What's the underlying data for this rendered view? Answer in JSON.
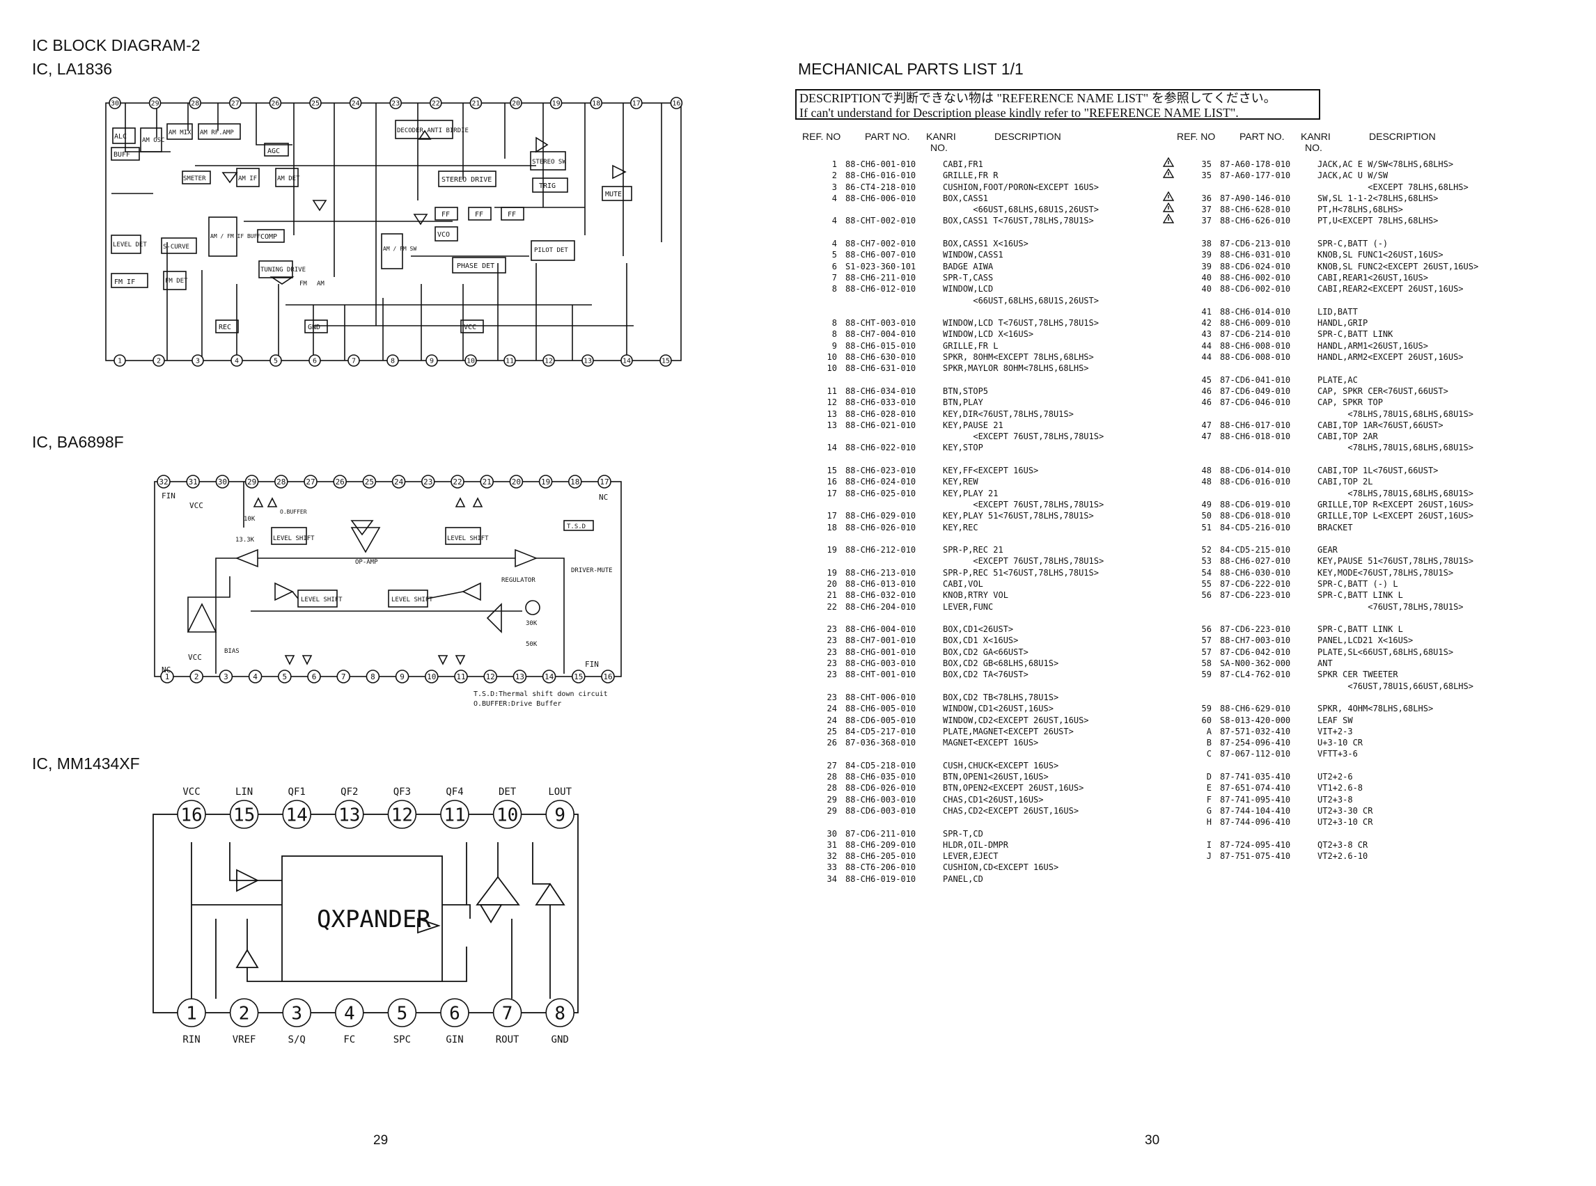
{
  "left_page": {
    "title1": "IC BLOCK DIAGRAM-2",
    "title2": "IC, LA1836",
    "title3": "IC, BA6898F",
    "title4": "IC, MM1434XF",
    "page_number": "29",
    "la1836": {
      "top_pins": [
        "30",
        "29",
        "28",
        "27",
        "26",
        "25",
        "24",
        "23",
        "22",
        "21",
        "20",
        "19",
        "18",
        "17",
        "16"
      ],
      "bottom_pins": [
        "1",
        "2",
        "3",
        "4",
        "5",
        "6",
        "7",
        "8",
        "9",
        "10",
        "11",
        "12",
        "13",
        "14",
        "15"
      ],
      "blocks": {
        "alc": "ALC",
        "am_osc": "AM OSC",
        "am_mix": "AM MIX",
        "am_rf_amp": "AM RF.AMP",
        "buff": "BUFF",
        "agc": "AGC",
        "smeter": "SMETER",
        "am_if": "AM IF",
        "am_det": "AM DET",
        "decoder": "DECODER ANTI BIRDIE",
        "stereo_sw": "STEREO SW",
        "stereo_drive": "STEREO DRIVE",
        "trig": "TRIG",
        "mute": "MUTE",
        "level_det": "LEVEL DET",
        "s_curve": "S-CURVE",
        "am_fm_if_buff": "AM / FM IF BUFF",
        "comp": "COMP",
        "tuning_drive": "TUNING DRIVE",
        "fm": "FM",
        "am": "AM",
        "fm_if": "FM IF",
        "fm_det": "FM DET",
        "am_fm_sw": "AM / FM SW",
        "vco": "VCO",
        "ff": "FF",
        "pilot_det": "PILOT DET",
        "phase_det": "PHASE DET",
        "rec": "REC",
        "gnd": "GND",
        "vcc": "VCC"
      }
    },
    "ba6898f": {
      "top_pins": [
        "32",
        "31",
        "30",
        "29",
        "28",
        "27",
        "26",
        "25",
        "24",
        "23",
        "22",
        "21",
        "20",
        "19",
        "18",
        "17"
      ],
      "bottom_pins": [
        "1",
        "2",
        "3",
        "4",
        "5",
        "6",
        "7",
        "8",
        "9",
        "10",
        "11",
        "12",
        "13",
        "14",
        "15",
        "16"
      ],
      "labels": {
        "fin_top": "FIN",
        "vcc_top": "VCC",
        "nc_top": "NC",
        "r10k": "10K",
        "obuffer": "O.BUFFER",
        "r133k": "13.3K",
        "level_shift": "LEVEL SHIFT",
        "op_amp": "OP-AMP",
        "tsd": "T.S.D",
        "driver_mute": "DRIVER-MUTE",
        "regulator": "REGULATOR",
        "r30k": "30K",
        "r50k": "50K",
        "bias": "BIAS",
        "vcc_bot": "VCC",
        "nc_bot": "NC",
        "fin_bot": "FIN"
      },
      "note1": "T.S.D:Thermal shift down circuit",
      "note2": "O.BUFFER:Drive Buffer"
    },
    "mm1434xf": {
      "top_pins": [
        "16",
        "15",
        "14",
        "13",
        "12",
        "11",
        "10",
        "9"
      ],
      "top_labels": [
        "VCC",
        "LIN",
        "QF1",
        "QF2",
        "QF3",
        "QF4",
        "DET",
        "LOUT"
      ],
      "bottom_pins": [
        "1",
        "2",
        "3",
        "4",
        "5",
        "6",
        "7",
        "8"
      ],
      "bottom_labels": [
        "RIN",
        "VREF",
        "S/Q",
        "FC",
        "SPC",
        "GIN",
        "ROUT",
        "GND"
      ],
      "center": "QXPANDER"
    }
  },
  "right_page": {
    "title": "MECHANICAL PARTS LIST 1/1",
    "notice_line1": "DESCRIPTIONで判断できない物は \"REFERENCE NAME LIST\" を参照してください。",
    "notice_line2": "If can't understand for Description please kindly refer to \"REFERENCE NAME LIST\".",
    "page_number": "30",
    "headers": {
      "ref": "REF. NO",
      "part": "PART NO.",
      "kanri": "KANRI",
      "kanri_no": "NO.",
      "desc": "DESCRIPTION"
    },
    "col1": [
      [
        "1",
        "88-CH6-001-010",
        "CABI,FR1"
      ],
      [
        "2",
        "88-CH6-016-010",
        "GRILLE,FR R"
      ],
      [
        "3",
        "86-CT4-218-010",
        "CUSHION,FOOT/PORON<EXCEPT 16US>"
      ],
      [
        "4",
        "88-CH6-006-010",
        "BOX,CASS1"
      ],
      [
        "",
        "",
        "      <66UST,68LHS,68U1S,26UST>"
      ],
      [
        "4",
        "88-CHT-002-010",
        "BOX,CASS1 T<76UST,78LHS,78U1S>"
      ],
      null,
      [
        "4",
        "88-CH7-002-010",
        "BOX,CASS1 X<16US>"
      ],
      [
        "5",
        "88-CH6-007-010",
        "WINDOW,CASS1"
      ],
      [
        "6",
        "S1-023-360-101",
        "BADGE AIWA"
      ],
      [
        "7",
        "88-CH6-211-010",
        "SPR-T,CASS"
      ],
      [
        "8",
        "88-CH6-012-010",
        "WINDOW,LCD"
      ],
      [
        "",
        "",
        "      <66UST,68LHS,68U1S,26UST>"
      ],
      null,
      [
        "8",
        "88-CHT-003-010",
        "WINDOW,LCD T<76UST,78LHS,78U1S>"
      ],
      [
        "8",
        "88-CH7-004-010",
        "WINDOW,LCD X<16US>"
      ],
      [
        "9",
        "88-CH6-015-010",
        "GRILLE,FR L"
      ],
      [
        "10",
        "88-CH6-630-010",
        "SPKR, 8OHM<EXCEPT 78LHS,68LHS>"
      ],
      [
        "10",
        "88-CH6-631-010",
        "SPKR,MAYLOR 8OHM<78LHS,68LHS>"
      ],
      null,
      [
        "11",
        "88-CH6-034-010",
        "BTN,STOP5"
      ],
      [
        "12",
        "88-CH6-033-010",
        "BTN,PLAY"
      ],
      [
        "13",
        "88-CH6-028-010",
        "KEY,DIR<76UST,78LHS,78U1S>"
      ],
      [
        "13",
        "88-CH6-021-010",
        "KEY,PAUSE 21"
      ],
      [
        "",
        "",
        "      <EXCEPT 76UST,78LHS,78U1S>"
      ],
      [
        "14",
        "88-CH6-022-010",
        "KEY,STOP"
      ],
      null,
      [
        "15",
        "88-CH6-023-010",
        "KEY,FF<EXCEPT 16US>"
      ],
      [
        "16",
        "88-CH6-024-010",
        "KEY,REW"
      ],
      [
        "17",
        "88-CH6-025-010",
        "KEY,PLAY 21"
      ],
      [
        "",
        "",
        "      <EXCEPT 76UST,78LHS,78U1S>"
      ],
      [
        "17",
        "88-CH6-029-010",
        "KEY,PLAY 51<76UST,78LHS,78U1S>"
      ],
      [
        "18",
        "88-CH6-026-010",
        "KEY,REC"
      ],
      null,
      [
        "19",
        "88-CH6-212-010",
        "SPR-P,REC 21"
      ],
      [
        "",
        "",
        "      <EXCEPT 76UST,78LHS,78U1S>"
      ],
      [
        "19",
        "88-CH6-213-010",
        "SPR-P,REC 51<76UST,78LHS,78U1S>"
      ],
      [
        "20",
        "88-CH6-013-010",
        "CABI,VOL"
      ],
      [
        "21",
        "88-CH6-032-010",
        "KNOB,RTRY VOL"
      ],
      [
        "22",
        "88-CH6-204-010",
        "LEVER,FUNC"
      ],
      null,
      [
        "23",
        "88-CH6-004-010",
        "BOX,CD1<26UST>"
      ],
      [
        "23",
        "88-CH7-001-010",
        "BOX,CD1 X<16US>"
      ],
      [
        "23",
        "88-CHG-001-010",
        "BOX,CD2 GA<66UST>"
      ],
      [
        "23",
        "88-CHG-003-010",
        "BOX,CD2 GB<68LHS,68U1S>"
      ],
      [
        "23",
        "88-CHT-001-010",
        "BOX,CD2 TA<76UST>"
      ],
      null,
      [
        "23",
        "88-CHT-006-010",
        "BOX,CD2 TB<78LHS,78U1S>"
      ],
      [
        "24",
        "88-CH6-005-010",
        "WINDOW,CD1<26UST,16US>"
      ],
      [
        "24",
        "88-CD6-005-010",
        "WINDOW,CD2<EXCEPT 26UST,16US>"
      ],
      [
        "25",
        "84-CD5-217-010",
        "PLATE,MAGNET<EXCEPT 26UST>"
      ],
      [
        "26",
        "87-036-368-010",
        "MAGNET<EXCEPT 16US>"
      ],
      null,
      [
        "27",
        "84-CD5-218-010",
        "CUSH,CHUCK<EXCEPT 16US>"
      ],
      [
        "28",
        "88-CH6-035-010",
        "BTN,OPEN1<26UST,16US>"
      ],
      [
        "28",
        "88-CD6-026-010",
        "BTN,OPEN2<EXCEPT 26UST,16US>"
      ],
      [
        "29",
        "88-CH6-003-010",
        "CHAS,CD1<26UST,16US>"
      ],
      [
        "29",
        "88-CD6-003-010",
        "CHAS,CD2<EXCEPT 26UST,16US>"
      ],
      null,
      [
        "30",
        "87-CD6-211-010",
        "SPR-T,CD"
      ],
      [
        "31",
        "88-CH6-209-010",
        "HLDR,OIL-DMPR"
      ],
      [
        "32",
        "88-CH6-205-010",
        "LEVER,EJECT"
      ],
      [
        "33",
        "88-CT6-206-010",
        "CUSHION,CD<EXCEPT 16US>"
      ],
      [
        "34",
        "88-CH6-019-010",
        "PANEL,CD"
      ]
    ],
    "col2": [
      [
        "35",
        "87-A60-178-010",
        "JACK,AC E W/SW<78LHS,68LHS>",
        true
      ],
      [
        "35",
        "87-A60-177-010",
        "JACK,AC U W/SW",
        true
      ],
      [
        "",
        "",
        "          <EXCEPT 78LHS,68LHS>",
        false
      ],
      [
        "36",
        "87-A90-146-010",
        "SW,SL 1-1-2<78LHS,68LHS>",
        true
      ],
      [
        "37",
        "88-CH6-628-010",
        "PT,H<78LHS,68LHS>",
        true
      ],
      [
        "37",
        "88-CH6-626-010",
        "PT,U<EXCEPT 78LHS,68LHS>",
        true
      ],
      null,
      [
        "38",
        "87-CD6-213-010",
        "SPR-C,BATT (-)",
        false
      ],
      [
        "39",
        "88-CH6-031-010",
        "KNOB,SL FUNC1<26UST,16US>",
        false
      ],
      [
        "39",
        "88-CD6-024-010",
        "KNOB,SL FUNC2<EXCEPT 26UST,16US>",
        false
      ],
      [
        "40",
        "88-CH6-002-010",
        "CABI,REAR1<26UST,16US>",
        false
      ],
      [
        "40",
        "88-CD6-002-010",
        "CABI,REAR2<EXCEPT 26UST,16US>",
        false
      ],
      null,
      [
        "41",
        "88-CH6-014-010",
        "LID,BATT",
        false
      ],
      [
        "42",
        "88-CH6-009-010",
        "HANDL,GRIP",
        false
      ],
      [
        "43",
        "87-CD6-214-010",
        "SPR-C,BATT LINK",
        false
      ],
      [
        "44",
        "88-CH6-008-010",
        "HANDL,ARM1<26UST,16US>",
        false
      ],
      [
        "44",
        "88-CD6-008-010",
        "HANDL,ARM2<EXCEPT 26UST,16US>",
        false
      ],
      null,
      [
        "45",
        "87-CD6-041-010",
        "PLATE,AC",
        false
      ],
      [
        "46",
        "87-CD6-049-010",
        "CAP, SPKR CER<76UST,66UST>",
        false
      ],
      [
        "46",
        "87-CD6-046-010",
        "CAP, SPKR TOP",
        false
      ],
      [
        "",
        "",
        "      <78LHS,78U1S,68LHS,68U1S>",
        false
      ],
      [
        "47",
        "88-CH6-017-010",
        "CABI,TOP 1AR<76UST,66UST>",
        false
      ],
      [
        "47",
        "88-CH6-018-010",
        "CABI,TOP 2AR",
        false
      ],
      [
        "",
        "",
        "      <78LHS,78U1S,68LHS,68U1S>",
        false
      ],
      null,
      [
        "48",
        "88-CD6-014-010",
        "CABI,TOP 1L<76UST,66UST>",
        false
      ],
      [
        "48",
        "88-CD6-016-010",
        "CABI,TOP 2L",
        false
      ],
      [
        "",
        "",
        "      <78LHS,78U1S,68LHS,68U1S>",
        false
      ],
      [
        "49",
        "88-CD6-019-010",
        "GRILLE,TOP R<EXCEPT 26UST,16US>",
        false
      ],
      [
        "50",
        "88-CD6-018-010",
        "GRILLE,TOP L<EXCEPT 26UST,16US>",
        false
      ],
      [
        "51",
        "84-CD5-216-010",
        "BRACKET",
        false
      ],
      null,
      [
        "52",
        "84-CD5-215-010",
        "GEAR",
        false
      ],
      [
        "53",
        "88-CH6-027-010",
        "KEY,PAUSE 51<76UST,78LHS,78U1S>",
        false
      ],
      [
        "54",
        "88-CH6-030-010",
        "KEY,MODE<76UST,78LHS,78U1S>",
        false
      ],
      [
        "55",
        "87-CD6-222-010",
        "SPR-C,BATT (-) L",
        false
      ],
      [
        "56",
        "87-CD6-223-010",
        "SPR-C,BATT LINK L",
        false
      ],
      [
        "",
        "",
        "          <76UST,78LHS,78U1S>",
        false
      ],
      null,
      [
        "56",
        "87-CD6-223-010",
        "SPR-C,BATT LINK L",
        false
      ],
      [
        "57",
        "88-CH7-003-010",
        "PANEL,LCD21 X<16US>",
        false
      ],
      [
        "57",
        "87-CD6-042-010",
        "PLATE,SL<66UST,68LHS,68U1S>",
        false
      ],
      [
        "58",
        "SA-N00-362-000",
        "ANT",
        false
      ],
      [
        "59",
        "87-CL4-762-010",
        "SPKR CER TWEETER",
        false
      ],
      [
        "",
        "",
        "      <76UST,78U1S,66UST,68LHS>",
        false
      ],
      null,
      [
        "59",
        "88-CH6-629-010",
        "SPKR, 4OHM<78LHS,68LHS>",
        false
      ],
      [
        "60",
        "S8-013-420-000",
        "LEAF SW",
        false
      ],
      [
        "A",
        "87-571-032-410",
        "VIT+2-3",
        false
      ],
      [
        "B",
        "87-254-096-410",
        "U+3-10 CR",
        false
      ],
      [
        "C",
        "87-067-112-010",
        "VFTT+3-6",
        false
      ],
      null,
      [
        "D",
        "87-741-035-410",
        "UT2+2-6",
        false
      ],
      [
        "E",
        "87-651-074-410",
        "VT1+2.6-8",
        false
      ],
      [
        "F",
        "87-741-095-410",
        "UT2+3-8",
        false
      ],
      [
        "G",
        "87-744-104-410",
        "UT2+3-30 CR",
        false
      ],
      [
        "H",
        "87-744-096-410",
        "UT2+3-10 CR",
        false
      ],
      null,
      [
        "I",
        "87-724-095-410",
        "QT2+3-8 CR",
        false
      ],
      [
        "J",
        "87-751-075-410",
        "VT2+2.6-10",
        false
      ]
    ]
  }
}
